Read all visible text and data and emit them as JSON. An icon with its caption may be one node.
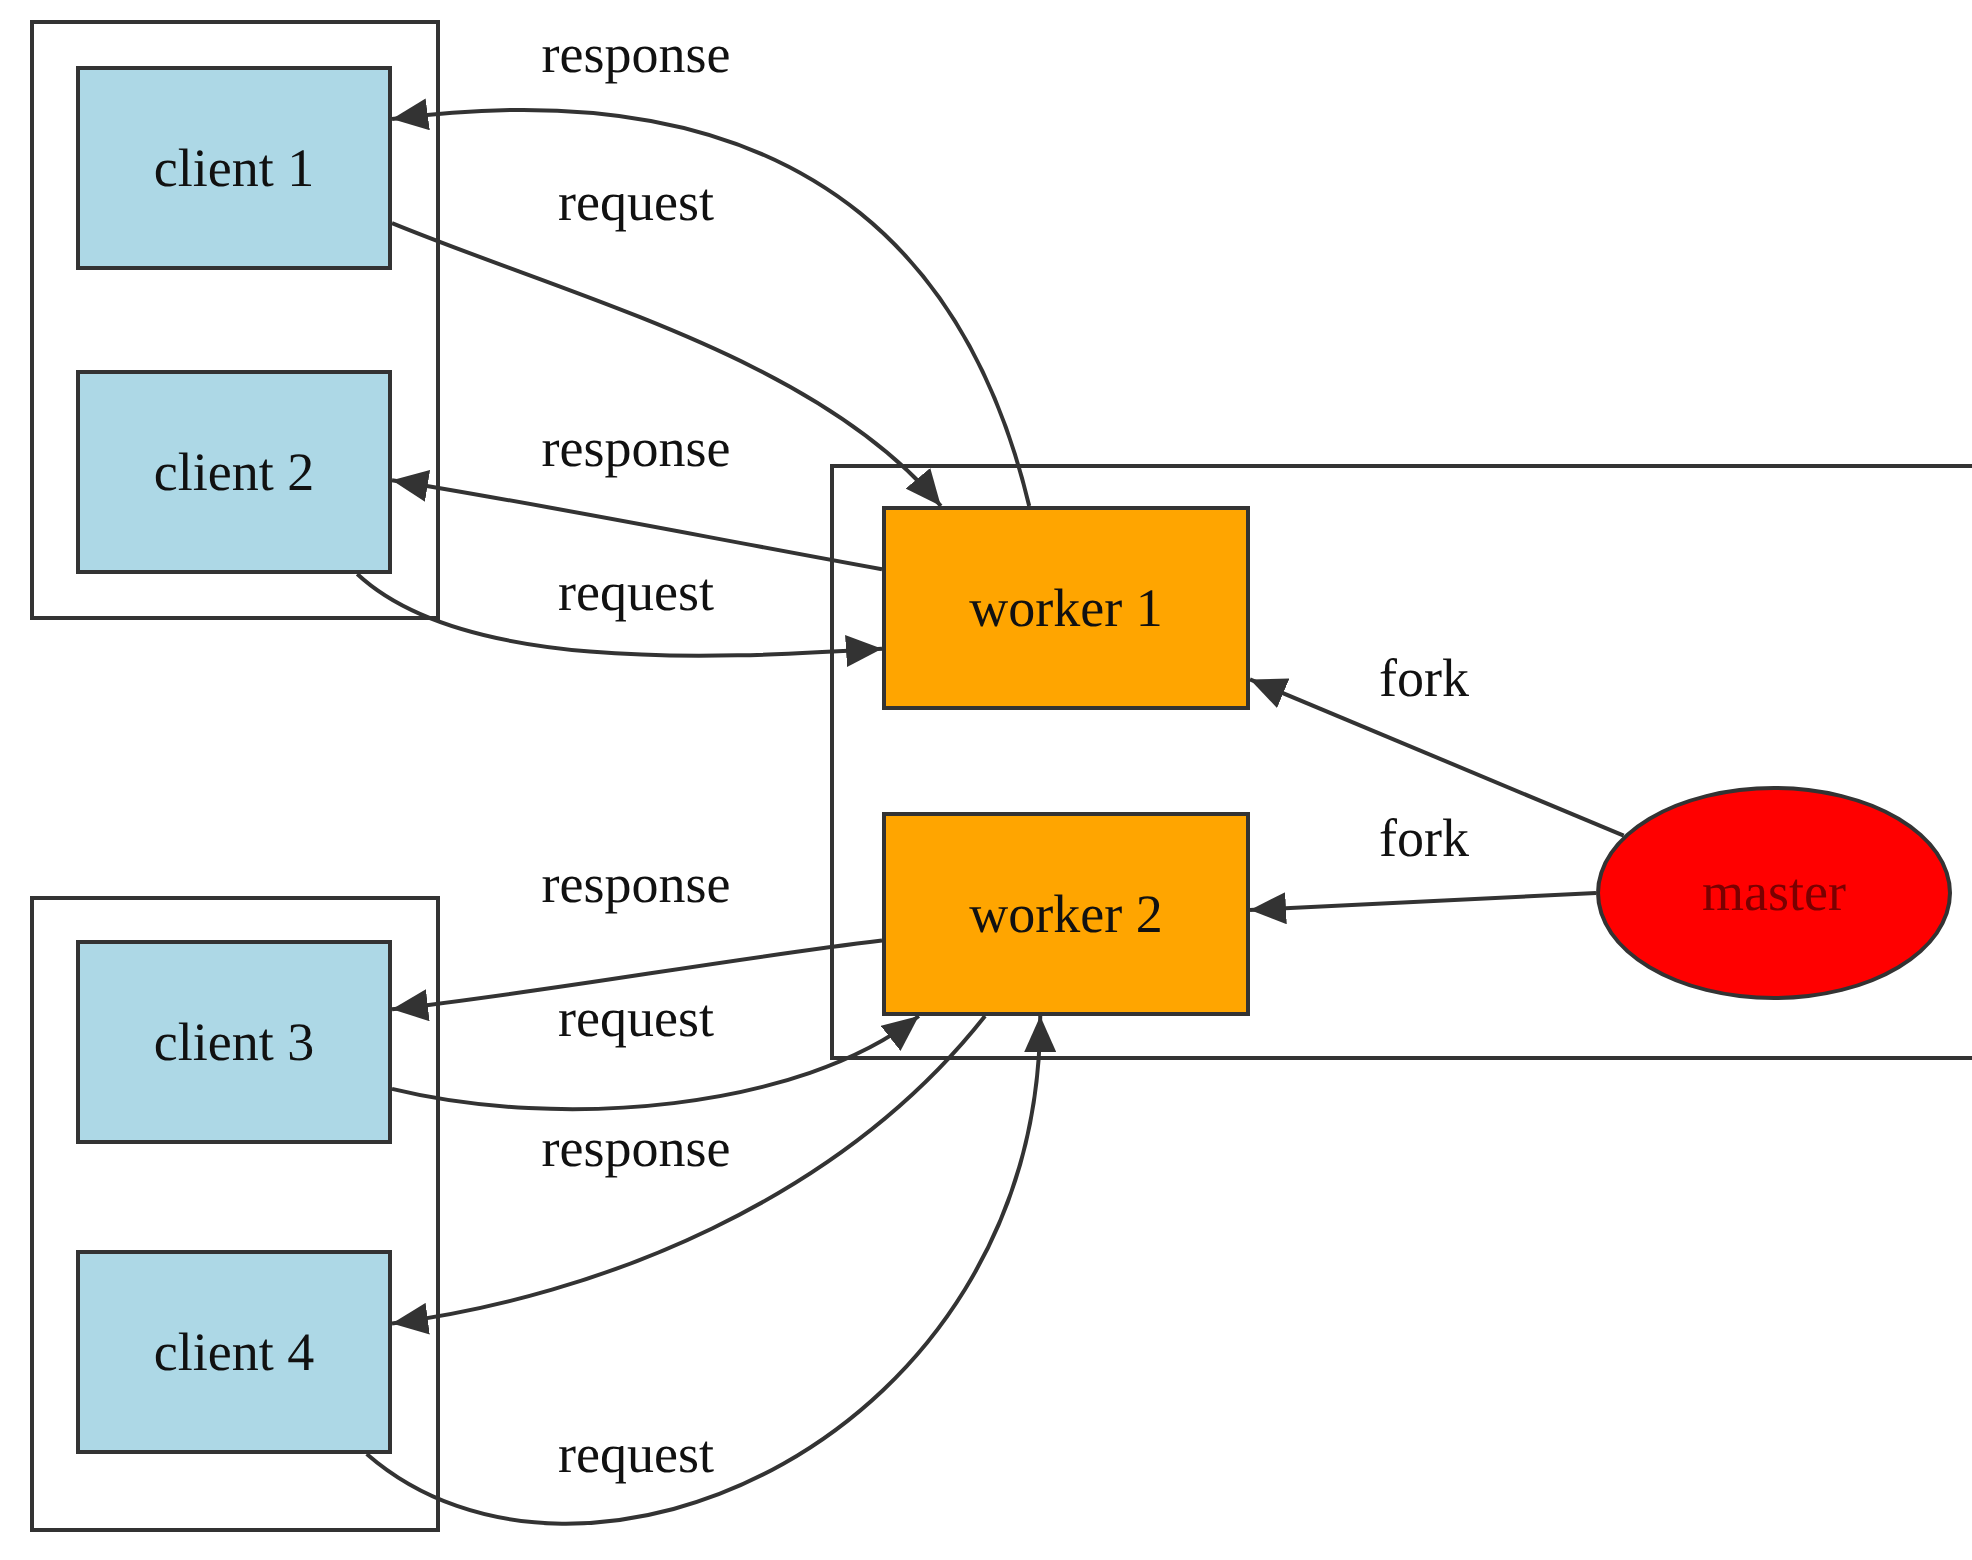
{
  "diagram": {
    "nodes": [
      {
        "text": [],
        "shape": "box"
      },
      {
        "text": [
          "client 1"
        ],
        "in": 0
      },
      {
        "text": [
          "client 2"
        ],
        "in": 0
      },
      {
        "text": [],
        "shape": "box"
      },
      {
        "text": [
          "worker 1"
        ],
        "in": 3
      },
      {
        "text": [
          "worker 2"
        ],
        "in": 3
      },
      {
        "text": [
          "master"
        ],
        "in": 3
      },
      {
        "text": [],
        "shape": "box"
      },
      {
        "text": [
          "client 3"
        ],
        "in": 7
      },
      {
        "text": [
          "client 4"
        ],
        "in": 7
      }
    ],
    "edges": [
      {
        "from": 4,
        "to": 1,
        "arrow": "to",
        "label": "response"
      },
      {
        "from": 1,
        "to": 4,
        "arrow": "to",
        "label": "request"
      },
      {
        "from": 4,
        "to": 2,
        "arrow": "to",
        "label": "response"
      },
      {
        "from": 2,
        "to": 4,
        "arrow": "to",
        "label": "request"
      },
      {
        "from": 6,
        "to": 4,
        "arrow": "to",
        "label": "fork"
      },
      {
        "from": 6,
        "to": 5,
        "arrow": "to",
        "label": "fork"
      },
      {
        "from": 5,
        "to": 8,
        "arrow": "to",
        "label": "response"
      },
      {
        "from": 8,
        "to": 5,
        "arrow": "to",
        "label": "request"
      },
      {
        "from": 5,
        "to": 9,
        "arrow": "to",
        "label": "response"
      },
      {
        "from": 9,
        "to": 5,
        "arrow": "to",
        "label": "request"
      }
    ]
  }
}
